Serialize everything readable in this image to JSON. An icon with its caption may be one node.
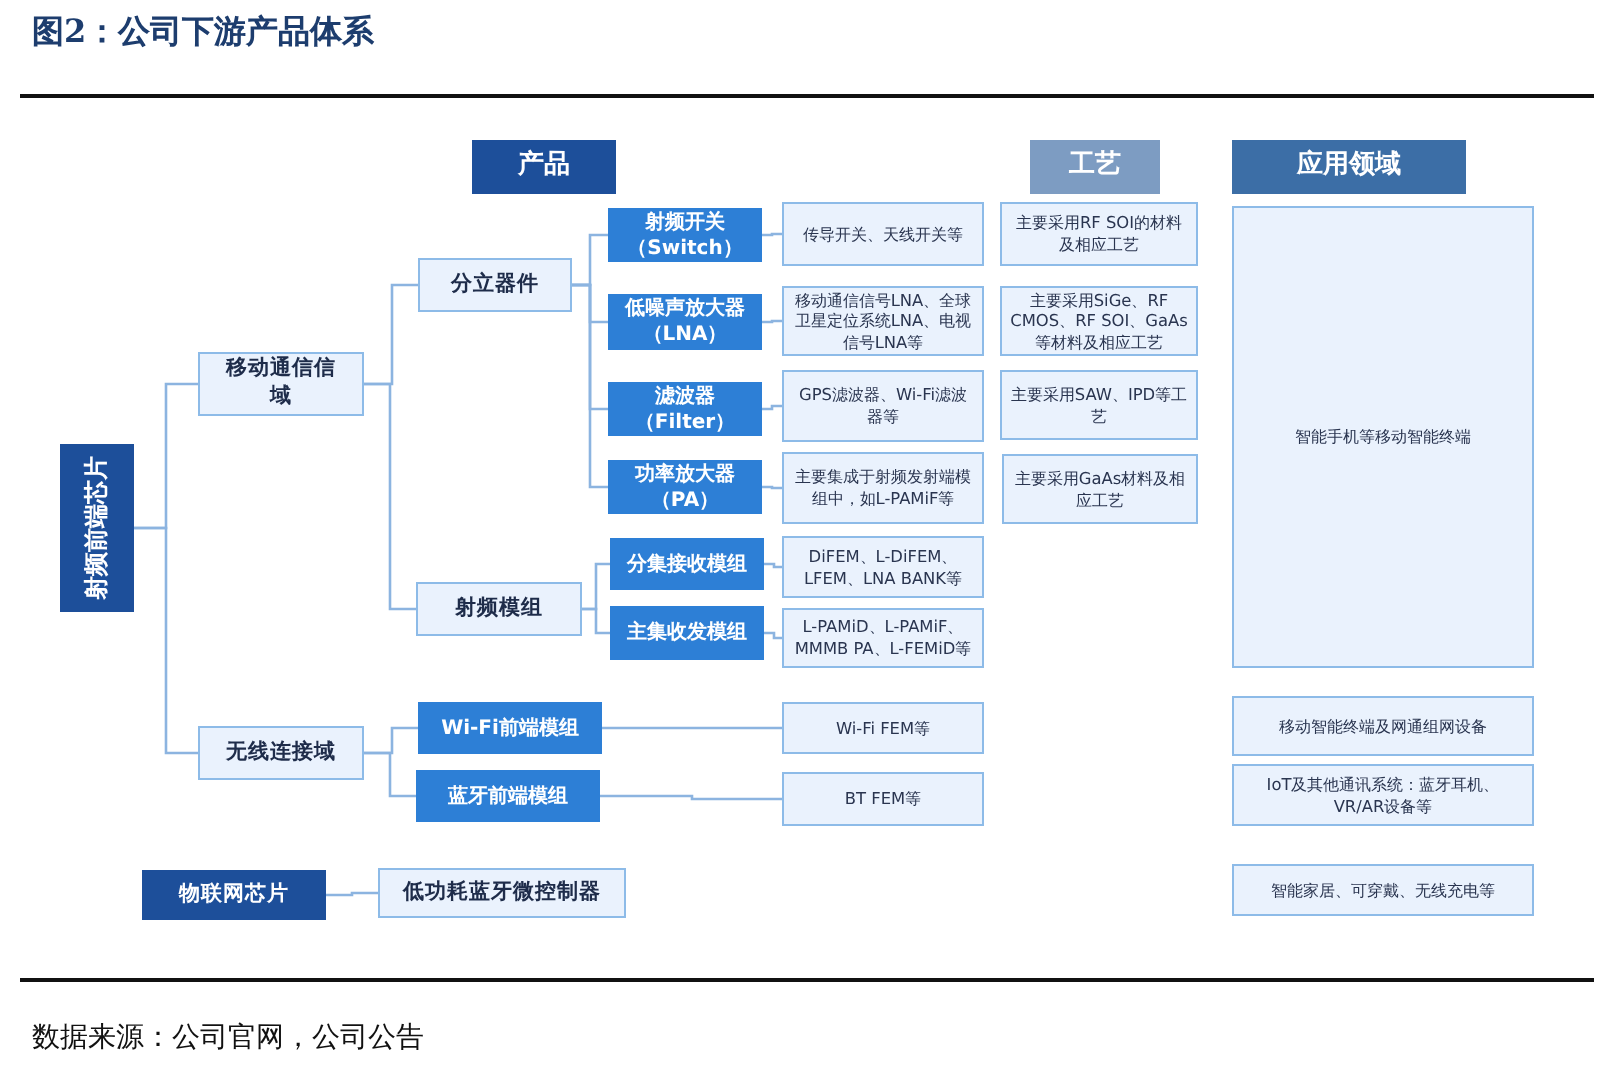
{
  "diagram": {
    "title": "图2：公司下游产品体系",
    "caption": "数据来源：公司官网，公司公告",
    "nodes": [
      {
        "text": [
          "产品"
        ]
      },
      {
        "text": [
          "工艺"
        ]
      },
      {
        "text": [
          "应用领域"
        ]
      },
      {
        "text": [
          "射频前端芯片"
        ]
      },
      {
        "text": [
          "移动通信信域"
        ]
      },
      {
        "text": [
          "无线连接域"
        ]
      },
      {
        "text": [
          "物联网芯片"
        ]
      },
      {
        "text": [
          "分立器件"
        ]
      },
      {
        "text": [
          "射频模组"
        ]
      },
      {
        "text": [
          "射频开关（Switch）"
        ]
      },
      {
        "text": [
          "低噪声放大器（LNA）"
        ]
      },
      {
        "text": [
          "滤波器（Filter）"
        ]
      },
      {
        "text": [
          "功率放大器（PA）"
        ]
      },
      {
        "text": [
          "分集接收模组"
        ]
      },
      {
        "text": [
          "主集收发模组"
        ]
      },
      {
        "text": [
          "Wi-Fi前端模组"
        ]
      },
      {
        "text": [
          "蓝牙前端模组"
        ]
      },
      {
        "text": [
          "低功耗蓝牙微控制器"
        ]
      },
      {
        "text": [
          "传导开关、天线开关等"
        ]
      },
      {
        "text": [
          "移动通信信号LNA、全球卫星定位系统LNA、电视信号LNA等"
        ]
      },
      {
        "text": [
          "GPS滤波器、Wi-Fi滤波器等"
        ]
      },
      {
        "text": [
          "主要集成于射频发射端模组中，如L-PAMiF等"
        ]
      },
      {
        "text": [
          "DiFEM、L-DiFEM、LFEM、LNA BANK等"
        ]
      },
      {
        "text": [
          "L-PAMiD、L-PAMiF、MMMB PA、L-FEMiD等"
        ]
      },
      {
        "text": [
          "Wi-Fi FEM等"
        ]
      },
      {
        "text": [
          "BT FEM等"
        ]
      },
      {
        "text": [
          "主要采用RF SOI的材料及相应工艺"
        ]
      },
      {
        "text": [
          "主要采用SiGe、RF CMOS、RF SOI、GaAs等材料及相应工艺"
        ]
      },
      {
        "text": [
          "主要采用SAW、IPD等工艺"
        ]
      },
      {
        "text": [
          "主要采用GaAs材料及相应工艺"
        ]
      },
      {
        "text": [
          "智能手机等移动智能终端"
        ]
      },
      {
        "text": [
          "移动智能终端及网通组网设备"
        ]
      },
      {
        "text": [
          "IoT及其他通讯系统：蓝牙耳机、VR/AR设备等"
        ]
      },
      {
        "text": [
          "智能家居、可穿戴、无线充电等"
        ]
      }
    ],
    "edges": [
      {
        "from": 3,
        "to": 4,
        "arrow": "none"
      },
      {
        "from": 3,
        "to": 5,
        "arrow": "none"
      },
      {
        "from": 4,
        "to": 7,
        "arrow": "none"
      },
      {
        "from": 4,
        "to": 8,
        "arrow": "none"
      },
      {
        "from": 7,
        "to": 9,
        "arrow": "none"
      },
      {
        "from": 7,
        "to": 10,
        "arrow": "none"
      },
      {
        "from": 7,
        "to": 11,
        "arrow": "none"
      },
      {
        "from": 7,
        "to": 12,
        "arrow": "none"
      },
      {
        "from": 8,
        "to": 13,
        "arrow": "none"
      },
      {
        "from": 8,
        "to": 14,
        "arrow": "none"
      },
      {
        "from": 5,
        "to": 15,
        "arrow": "none"
      },
      {
        "from": 5,
        "to": 16,
        "arrow": "none"
      },
      {
        "from": 6,
        "to": 17,
        "arrow": "none"
      },
      {
        "from": 9,
        "to": 18,
        "arrow": "none"
      },
      {
        "from": 10,
        "to": 19,
        "arrow": "none"
      },
      {
        "from": 11,
        "to": 20,
        "arrow": "none"
      },
      {
        "from": 12,
        "to": 21,
        "arrow": "none"
      },
      {
        "from": 13,
        "to": 22,
        "arrow": "none"
      },
      {
        "from": 14,
        "to": 23,
        "arrow": "none"
      },
      {
        "from": 15,
        "to": 24,
        "arrow": "none"
      },
      {
        "from": 16,
        "to": 25,
        "arrow": "none"
      }
    ]
  }
}
